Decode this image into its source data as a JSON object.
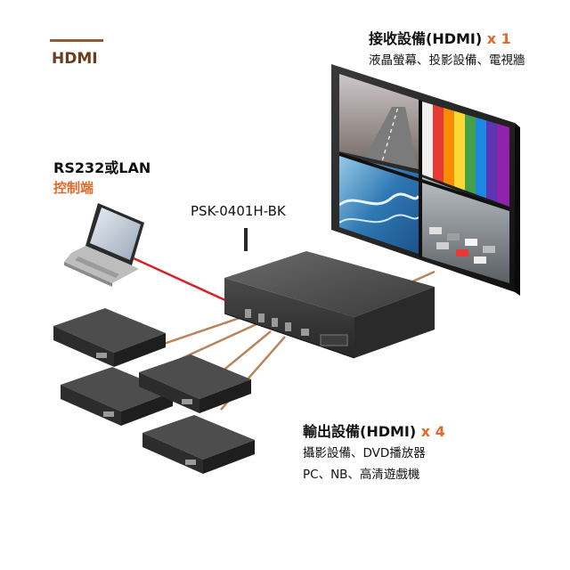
{
  "header": {
    "label": "HDMI"
  },
  "colors": {
    "accent": "#e06a2a",
    "brand_bar": "#8a5b3c",
    "lan_cable": "#d8202a",
    "hdmi_cable": "#b8845a"
  },
  "control": {
    "title": "RS232或LAN",
    "subtitle": "控制端"
  },
  "device": {
    "model": "PSK-0401H-BK"
  },
  "receiver": {
    "title": "接收設備(HDMI)",
    "count": "x 1",
    "examples": "液晶螢幕、投影設備、電視牆"
  },
  "sources": {
    "title": "輸出設備(HDMI)",
    "count": "x 4",
    "examples_line1": "攝影設備、DVD播放器",
    "examples_line2": "PC、NB、高清遊戲機"
  },
  "icons": [
    "laptop-icon",
    "kvm-switch-icon",
    "monitor-wall-icon",
    "source-box-icon"
  ]
}
